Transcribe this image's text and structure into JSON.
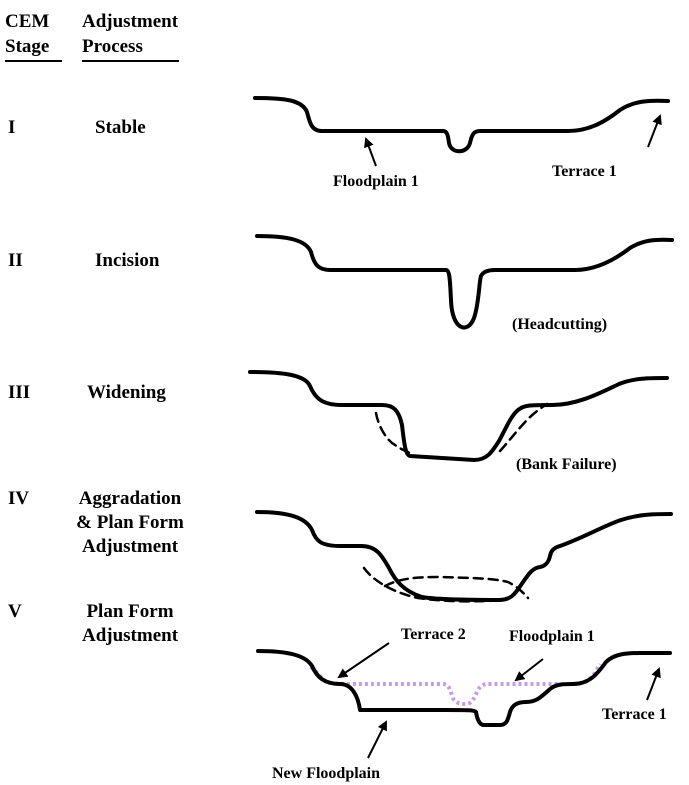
{
  "header": {
    "col1_line1": "CEM",
    "col1_line2": "Stage",
    "col2_line1": "Adjustment",
    "col2_line2": "Process"
  },
  "stages": [
    {
      "numeral": "I",
      "process": "Stable"
    },
    {
      "numeral": "II",
      "process": "Incision"
    },
    {
      "numeral": "III",
      "process": "Widening"
    },
    {
      "numeral": "IV",
      "process_line1": "Aggradation",
      "process_line2": "& Plan Form",
      "process_line3": "Adjustment"
    },
    {
      "numeral": "V",
      "process_line1": "Plan Form",
      "process_line2": "Adjustment"
    }
  ],
  "labels": {
    "floodplain1_s1": "Floodplain 1",
    "terrace1_s1": "Terrace 1",
    "headcutting": "(Headcutting)",
    "bank_failure": "(Bank Failure)",
    "terrace2_s5": "Terrace 2",
    "floodplain1_s5": "Floodplain 1",
    "terrace1_s5": "Terrace 1",
    "new_floodplain": "New Floodplain"
  },
  "colors": {
    "profile": "#000000",
    "floodplain_dotted": "#c79be8"
  }
}
